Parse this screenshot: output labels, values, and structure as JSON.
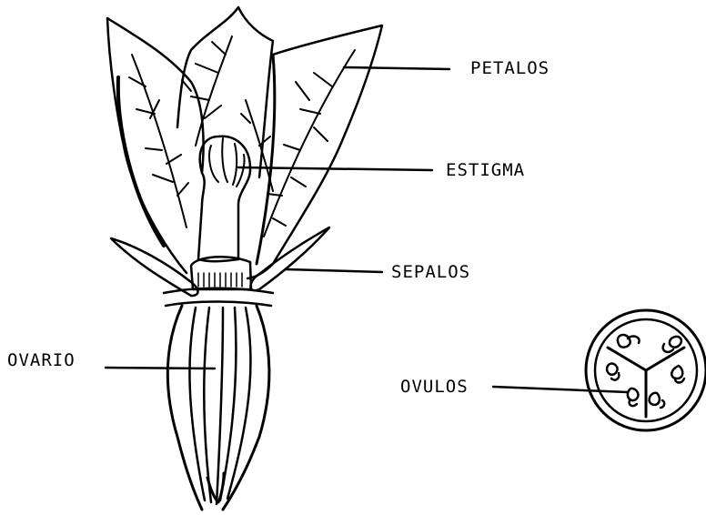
{
  "labels": {
    "petalos": "PETALOS",
    "estigma": "ESTIGMA",
    "sepalos": "SEPALOS",
    "ovario": "OVARIO",
    "ovulos": "OVULOS"
  },
  "colors": {
    "ink": "#000000",
    "background": "#ffffff"
  }
}
